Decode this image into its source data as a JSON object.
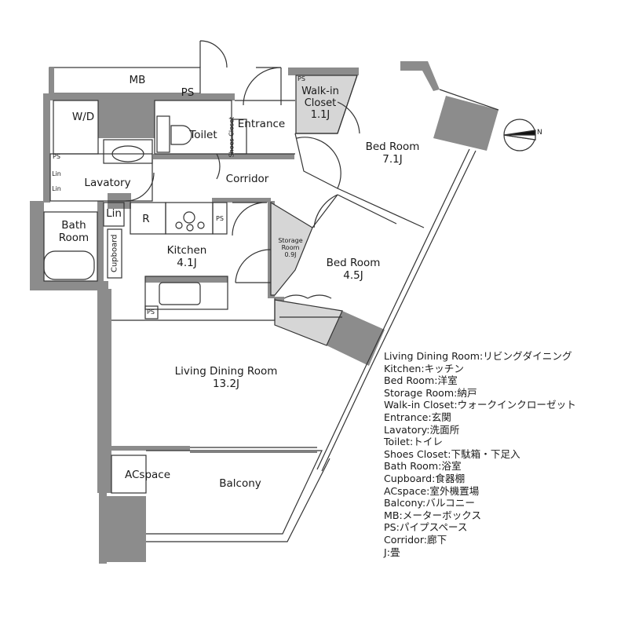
{
  "rooms": {
    "mb": "MB",
    "ps_top": "PS",
    "walkin_closet": [
      "Walk-in",
      "Closet",
      "1.1J"
    ],
    "entrance": "Entrance",
    "toilet": "Toilet",
    "shoes_closet": "Shoes Closet",
    "wd": "W/D",
    "bed_room_1": [
      "Bed Room",
      "7.1J"
    ],
    "lavatory": "Lavatory",
    "corridor": "Corridor",
    "lin_1": "Lin",
    "lin_2": "Lin",
    "lin_big": "Lin",
    "ps_small_1": "PS",
    "ps_small_2": "PS",
    "ps_kitchen": "PS",
    "ps_counter": "PS",
    "bath_room": [
      "Bath",
      "Room"
    ],
    "r": "R",
    "storage_room": [
      "Storage",
      "Room",
      "0.9J"
    ],
    "bed_room_2": [
      "Bed Room",
      "4.5J"
    ],
    "cupboard": "Cupboard",
    "kitchen": [
      "Kitchen",
      "4.1J"
    ],
    "living_dining_room": [
      "Living Dining Room",
      "13.2J"
    ],
    "acspace": "ACspace",
    "balcony": "Balcony"
  },
  "compass": {
    "label": "N",
    "direction": "east"
  },
  "legend": [
    "Living Dining Room:リビングダイニング",
    "Kitchen:キッチン",
    "Bed Room:洋室",
    "Storage Room:納戸",
    "Walk-in Closet:ウォークインクローゼット",
    "Entrance:玄関",
    "Lavatory:洗面所",
    "Toilet:トイレ",
    "Shoes Closet:下駄箱・下足入",
    "Bath Room:浴室",
    "Cupboard:食器棚",
    "ACspace:室外機置場",
    "Balcony:バルコニー",
    "MB:メーターボックス",
    "PS:パイプスペース",
    "Corridor:廊下",
    "J:畳"
  ],
  "colors": {
    "wall": "#8c8c8c",
    "line": "#333333",
    "storage_fill": "#d6d6d6",
    "background": "#ffffff"
  }
}
